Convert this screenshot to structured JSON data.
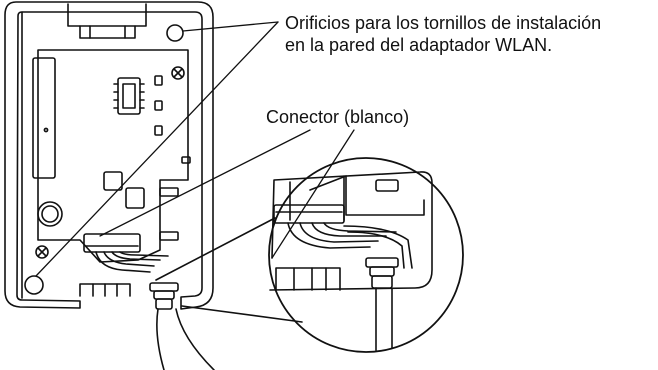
{
  "callouts": {
    "mounting_holes_line1": "Orificios para los tornillos de instalación",
    "mounting_holes_line2": "en la pared del adaptador WLAN.",
    "connector": "Conector (blanco)"
  },
  "colors": {
    "line": "#111111",
    "background": "#ffffff"
  }
}
